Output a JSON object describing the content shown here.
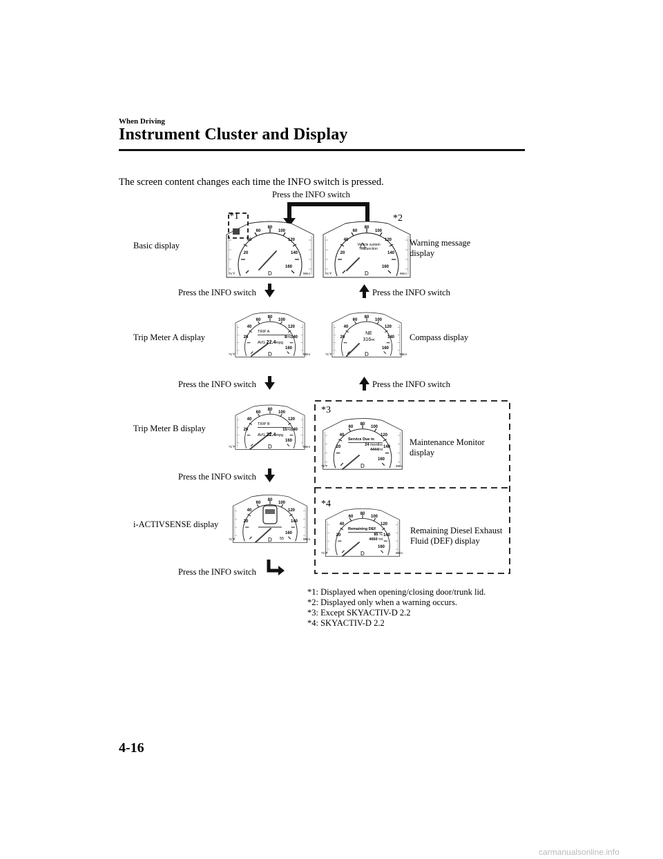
{
  "header": {
    "section": "When Driving",
    "title": "Instrument Cluster and Display"
  },
  "intro": "The screen content changes each time the INFO switch is pressed.",
  "press_label": "Press the INFO switch",
  "displays": {
    "basic": "Basic display",
    "warning": "Warning message\ndisplay",
    "trip_a": "Trip Meter A display",
    "compass": "Compass display",
    "trip_b": "Trip Meter B display",
    "maintenance": "Maintenance Monitor\ndisplay",
    "iactivsense": "i-ACTIVSENSE display",
    "def": "Remaining Diesel Exhaust\nFluid (DEF) display"
  },
  "markers": {
    "m1": "*1",
    "m2": "*2",
    "m3": "*3",
    "m4": "*4"
  },
  "gauge": {
    "scale": [
      "20",
      "40",
      "60",
      "80",
      "100",
      "120",
      "140",
      "160"
    ],
    "gear": "D",
    "temp": "71°F",
    "odo": "98mi"
  },
  "gauge_info": {
    "warning": [
      "Vehicle system",
      "malfunction"
    ],
    "trip_a": {
      "tag": "TRIP A",
      "dist": "8",
      "dist_unit": "mi",
      "avg_label": "AVG",
      "avg": "22.4",
      "avg_unit": "mpg"
    },
    "trip_b": {
      "tag": "TRIP B",
      "dist": "15",
      "dist_unit": "mi",
      "avg_label": "AVG",
      "avg": "22.4",
      "avg_unit": "mpg"
    },
    "compass": {
      "dir": "NE",
      "range": "316",
      "range_unit": "mi"
    },
    "maintenance": {
      "head": "Service Due in",
      "months": "24",
      "months_unit": "months",
      "dist": "4444",
      "dist_unit": "mi"
    },
    "def": {
      "head": "Remaining DEF",
      "pct": "85",
      "pct_unit": "%",
      "dist": "4660",
      "dist_unit": "mi"
    },
    "iactivsense": {
      "speed": "55"
    }
  },
  "footnotes": [
    "*1: Displayed when opening/closing door/trunk lid.",
    "*2: Displayed only when a warning occurs.",
    "*3: Except SKYACTIV-D 2.2",
    "*4: SKYACTIV-D 2.2"
  ],
  "page_number": "4-16",
  "watermark": "carmanualsonline.info"
}
